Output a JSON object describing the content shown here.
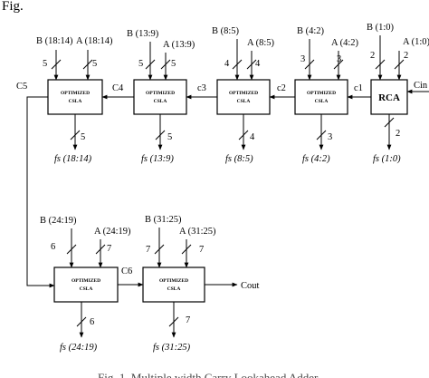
{
  "page_top_text": "Fig.",
  "caption": "Fig. 1. Multiple width Carry Lookahead Adder",
  "blocks": {
    "cla": {
      "line1": "OPTIMIZED",
      "line2": "CSLA"
    },
    "rca": "RCA"
  },
  "row1": {
    "stage1": {
      "b": "B (18:14)",
      "a": "A (18:14)",
      "wb": "5",
      "wa": "5",
      "wo": "5",
      "out": "fs (18:14)"
    },
    "stage2": {
      "b": "B (13:9)",
      "a": "A (13:9)",
      "wb": "5",
      "wa": "5",
      "wo": "5",
      "out": "fs (13:9)"
    },
    "stage3": {
      "b": "B (8:5)",
      "a": "A (8:5)",
      "wb": "4",
      "wa": "4",
      "wo": "4",
      "out": "fs (8:5)"
    },
    "stage4": {
      "b": "B (4:2)",
      "a": "A (4:2)",
      "wb": "3",
      "wa": "3",
      "wo": "3",
      "out": "fs (4:2)"
    },
    "rca": {
      "b": "B (1:0)",
      "a": "A (1:0)",
      "wb": "2",
      "wa": "2",
      "wo": "2",
      "out": "fs (1:0)"
    }
  },
  "row2": {
    "stage6": {
      "b": "B (24:19)",
      "a": "A (24:19)",
      "wb": "6",
      "wa": "7",
      "wo": "6",
      "out": "fs (24:19)"
    },
    "stage7": {
      "b": "B (31:25)",
      "a": "A (31:25)",
      "wb": "7",
      "wa": "7",
      "wo": "7",
      "out": "fs (31:25)"
    }
  },
  "carries": {
    "cin": "Cin",
    "c1": "c1",
    "c2": "c2",
    "c3": "c3",
    "c4": "C4",
    "c5": "C5",
    "c6": "C6",
    "cout": "Cout"
  }
}
